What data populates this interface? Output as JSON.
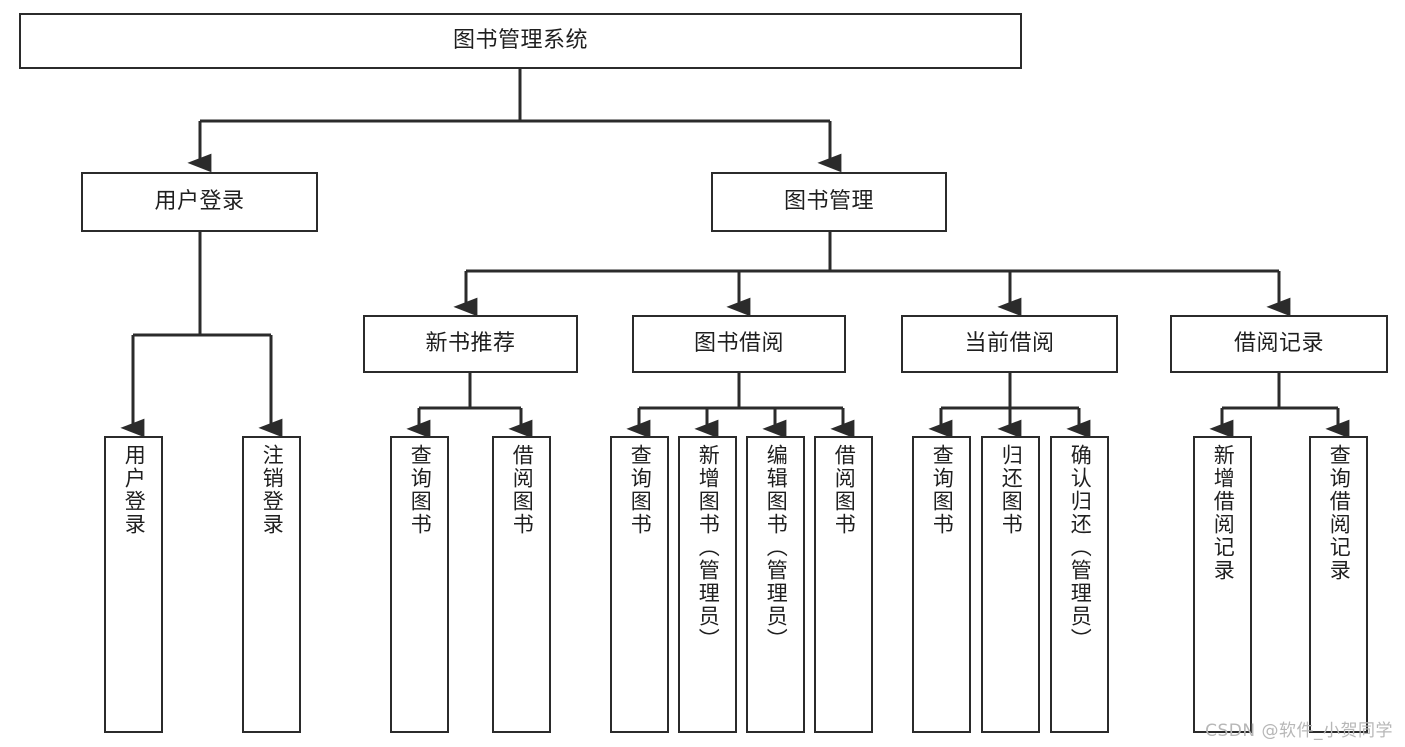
{
  "diagram": {
    "title": "图书管理系统",
    "type": "tree-hierarchy-chart",
    "watermark": "CSDN @软件_小贺同学",
    "colors": {
      "box_border": "#2b2b2b",
      "box_fill": "#ffffff",
      "edge": "#2b2b2b",
      "text": "#1f1f1f",
      "watermark": "#b7b7b7",
      "background": "#ffffff"
    },
    "nodes": {
      "root": {
        "label": "图书管理系统"
      },
      "level2": [
        {
          "id": "user-login",
          "label": "用户登录"
        },
        {
          "id": "book-management",
          "label": "图书管理"
        }
      ],
      "level3": [
        {
          "id": "new-book-recommend",
          "label": "新书推荐"
        },
        {
          "id": "book-borrow",
          "label": "图书借阅"
        },
        {
          "id": "current-borrow",
          "label": "当前借阅"
        },
        {
          "id": "borrow-record",
          "label": "借阅记录"
        }
      ],
      "leaves": {
        "user_login": [
          {
            "id": "leaf-user-login",
            "label": "用户登录"
          },
          {
            "id": "leaf-logout-login",
            "label": "注销登录"
          }
        ],
        "new_book_recommend": [
          {
            "id": "leaf-query-book-1",
            "label": "查询图书"
          },
          {
            "id": "leaf-borrow-book-1",
            "label": "借阅图书"
          }
        ],
        "book_borrow": [
          {
            "id": "leaf-query-book-2",
            "label": "查询图书"
          },
          {
            "id": "leaf-add-book-admin",
            "label": "新增图书（管理员）"
          },
          {
            "id": "leaf-edit-book-admin",
            "label": "编辑图书（管理员）"
          },
          {
            "id": "leaf-borrow-book-2",
            "label": "借阅图书"
          }
        ],
        "current_borrow": [
          {
            "id": "leaf-query-book-3",
            "label": "查询图书"
          },
          {
            "id": "leaf-return-book",
            "label": "归还图书"
          },
          {
            "id": "leaf-confirm-return-admin",
            "label": "确认归还（管理员）"
          }
        ],
        "borrow_record": [
          {
            "id": "leaf-add-borrow-record",
            "label": "新增借阅记录"
          },
          {
            "id": "leaf-query-borrow-record",
            "label": "查询借阅记录"
          }
        ]
      }
    }
  }
}
